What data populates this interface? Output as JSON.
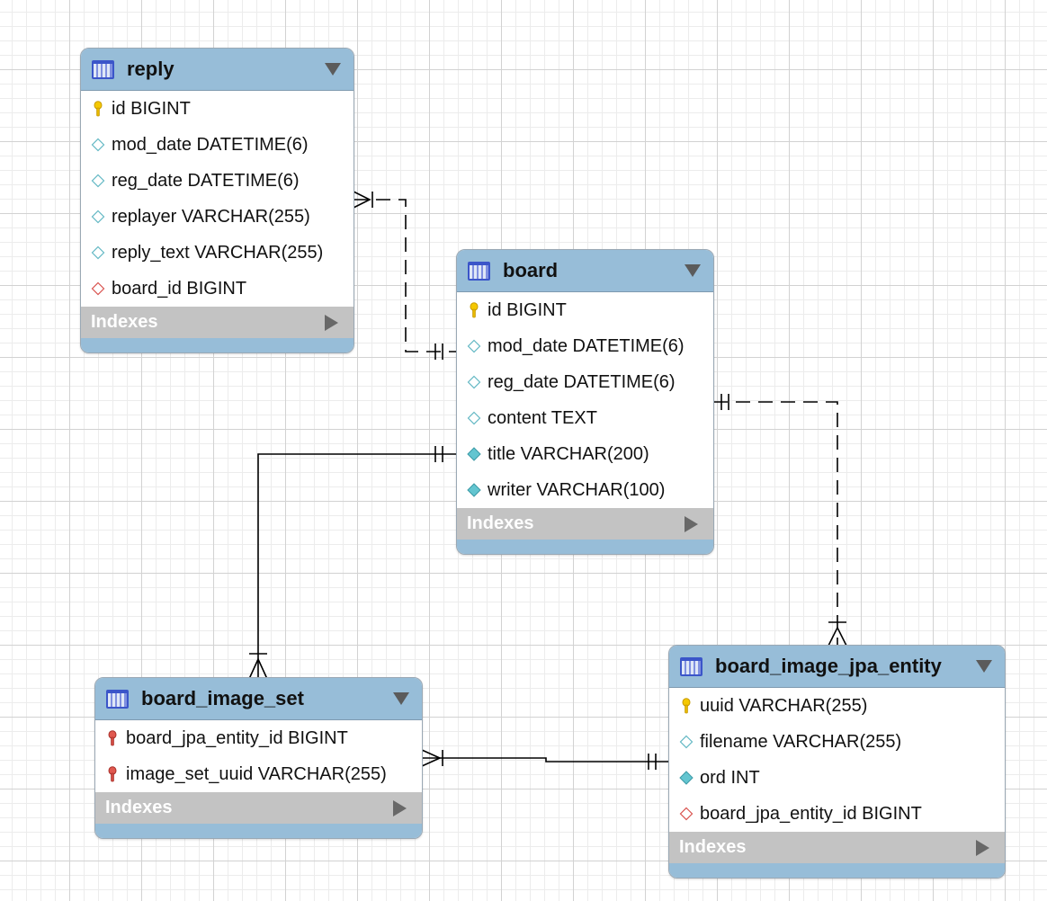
{
  "tables": {
    "reply": {
      "name": "reply",
      "columns": [
        {
          "text": "id BIGINT",
          "icon": "primary-key-icon"
        },
        {
          "text": "mod_date DATETIME(6)",
          "icon": "nullable-column-icon"
        },
        {
          "text": "reg_date DATETIME(6)",
          "icon": "nullable-column-icon"
        },
        {
          "text": "replayer VARCHAR(255)",
          "icon": "nullable-column-icon"
        },
        {
          "text": "reply_text VARCHAR(255)",
          "icon": "nullable-column-icon"
        },
        {
          "text": "board_id BIGINT",
          "icon": "foreign-key-column-icon"
        }
      ],
      "indexes_label": "Indexes"
    },
    "board": {
      "name": "board",
      "columns": [
        {
          "text": "id BIGINT",
          "icon": "primary-key-icon"
        },
        {
          "text": "mod_date DATETIME(6)",
          "icon": "nullable-column-icon"
        },
        {
          "text": "reg_date DATETIME(6)",
          "icon": "nullable-column-icon"
        },
        {
          "text": "content TEXT",
          "icon": "nullable-column-icon"
        },
        {
          "text": "title VARCHAR(200)",
          "icon": "not-null-column-icon"
        },
        {
          "text": "writer VARCHAR(100)",
          "icon": "not-null-column-icon"
        }
      ],
      "indexes_label": "Indexes"
    },
    "board_image_set": {
      "name": "board_image_set",
      "columns": [
        {
          "text": "board_jpa_entity_id BIGINT",
          "icon": "foreign-primary-key-icon"
        },
        {
          "text": "image_set_uuid VARCHAR(255)",
          "icon": "foreign-primary-key-icon"
        }
      ],
      "indexes_label": "Indexes"
    },
    "board_image_jpa_entity": {
      "name": "board_image_jpa_entity",
      "columns": [
        {
          "text": "uuid VARCHAR(255)",
          "icon": "primary-key-icon"
        },
        {
          "text": "filename VARCHAR(255)",
          "icon": "nullable-column-icon"
        },
        {
          "text": "ord INT",
          "icon": "not-null-column-icon"
        },
        {
          "text": "board_jpa_entity_id BIGINT",
          "icon": "foreign-key-column-icon"
        }
      ],
      "indexes_label": "Indexes"
    }
  },
  "relationships": [
    {
      "from": "reply",
      "to": "board",
      "from_cardinality": "one-or-many",
      "to_cardinality": "exactly-one",
      "identifying": false
    },
    {
      "from": "board_image_set",
      "to": "board",
      "from_cardinality": "one-or-many",
      "to_cardinality": "exactly-one",
      "identifying": true
    },
    {
      "from": "board_image_jpa_entity",
      "to": "board",
      "from_cardinality": "one-or-many",
      "to_cardinality": "exactly-one",
      "identifying": false
    },
    {
      "from": "board_image_set",
      "to": "board_image_jpa_entity",
      "from_cardinality": "one-or-many",
      "to_cardinality": "exactly-one",
      "identifying": true
    }
  ],
  "colors": {
    "header": "#97bdd8",
    "indexes_bar": "#c3c3c3",
    "key": "#f2c500",
    "foreign_key": "#d9534f",
    "column_diamond": "#63c5d0"
  }
}
